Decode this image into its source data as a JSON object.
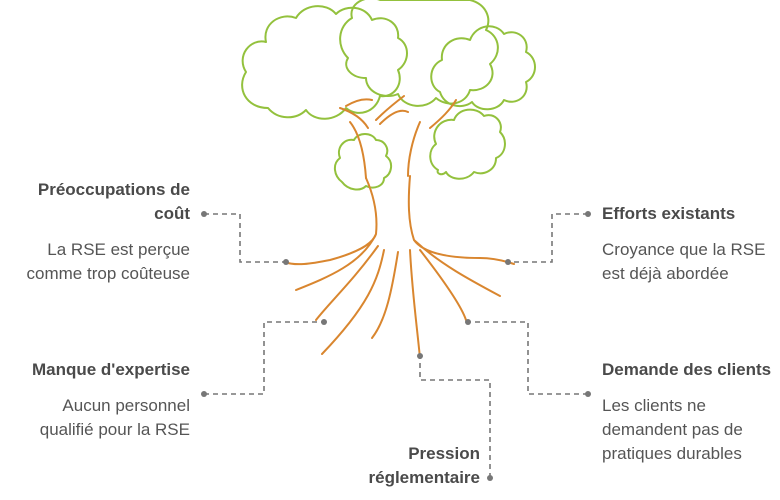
{
  "colors": {
    "canopy": "#93c13d",
    "trunk": "#d9862f",
    "connector": "#777777",
    "text": "#4a4a4a"
  },
  "items": {
    "cost": {
      "title": "Préoccupations de coût",
      "desc": "La RSE est perçue comme trop coûteuse"
    },
    "expertise": {
      "title": "Manque d'expertise",
      "desc": "Aucun personnel qualifié pour la RSE"
    },
    "pressure": {
      "title": "Pression réglementaire"
    },
    "efforts": {
      "title": "Efforts existants",
      "desc": "Croyance que la RSE est déjà abordée"
    },
    "clients": {
      "title": "Demande des clients",
      "desc": "Les clients ne demandent pas de pratiques durables"
    }
  }
}
